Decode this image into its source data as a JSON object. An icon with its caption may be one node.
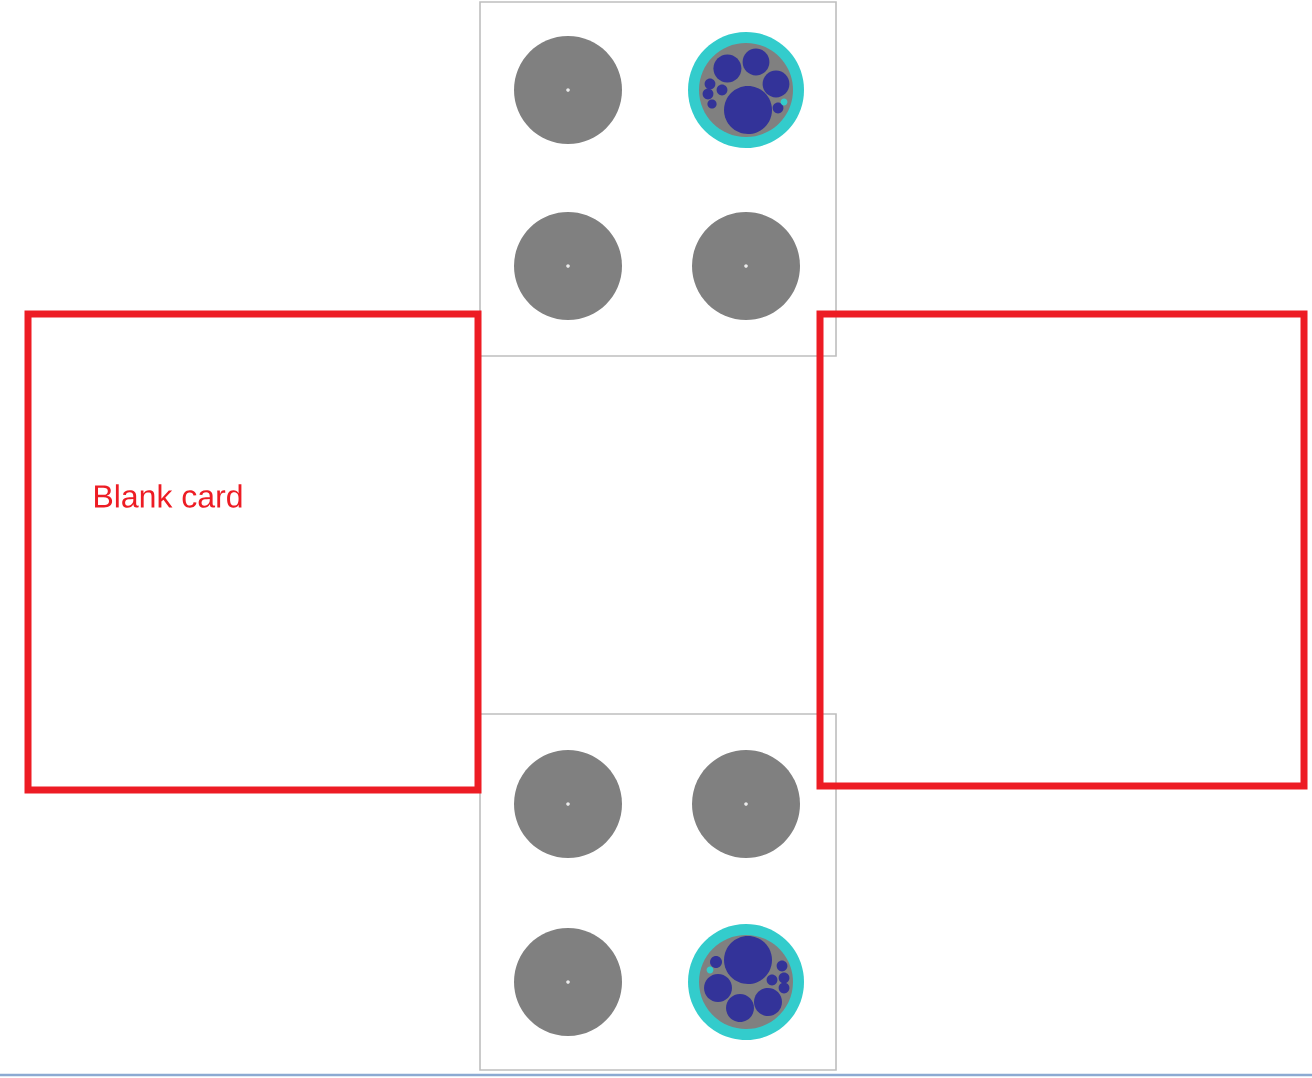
{
  "diagram": {
    "nodes": [
      {
        "text": [],
        "shape": "box"
      },
      {
        "text": [
          "Blank card"
        ]
      },
      {
        "text": [],
        "shape": "box"
      },
      {
        "text": [],
        "shape": "box"
      }
    ]
  }
}
